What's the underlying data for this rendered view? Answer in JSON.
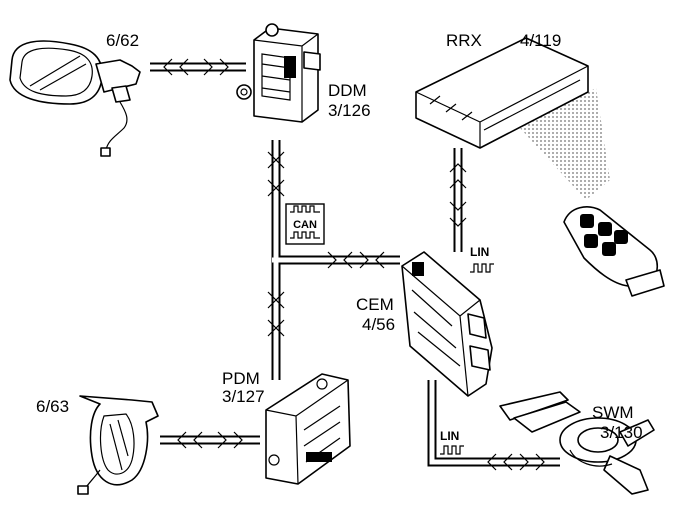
{
  "modules": {
    "ddm": {
      "name": "DDM",
      "code": "3/126"
    },
    "rrx": {
      "name": "RRX",
      "code": "4/119"
    },
    "cem": {
      "name": "CEM",
      "code": "4/56"
    },
    "pdm": {
      "name": "PDM",
      "code": "3/127"
    },
    "swm": {
      "name": "SWM",
      "code": "3/130"
    },
    "mirror_driver": {
      "code": "6/62"
    },
    "mirror_passenger": {
      "code": "6/63"
    }
  },
  "bus_badges": {
    "can": {
      "text": "CAN",
      "icon": "can-bus-icon"
    },
    "lin_rrx": {
      "text": "LIN",
      "icon": "lin-bus-icon"
    },
    "lin_swm": {
      "text": "LIN",
      "icon": "lin-bus-icon"
    }
  },
  "icons": [
    "mirror-icon",
    "control-module-icon",
    "remote-key-icon",
    "steering-switch-icon",
    "signal-waves-icon"
  ],
  "colors": {
    "line": "#000000",
    "background": "#ffffff"
  }
}
